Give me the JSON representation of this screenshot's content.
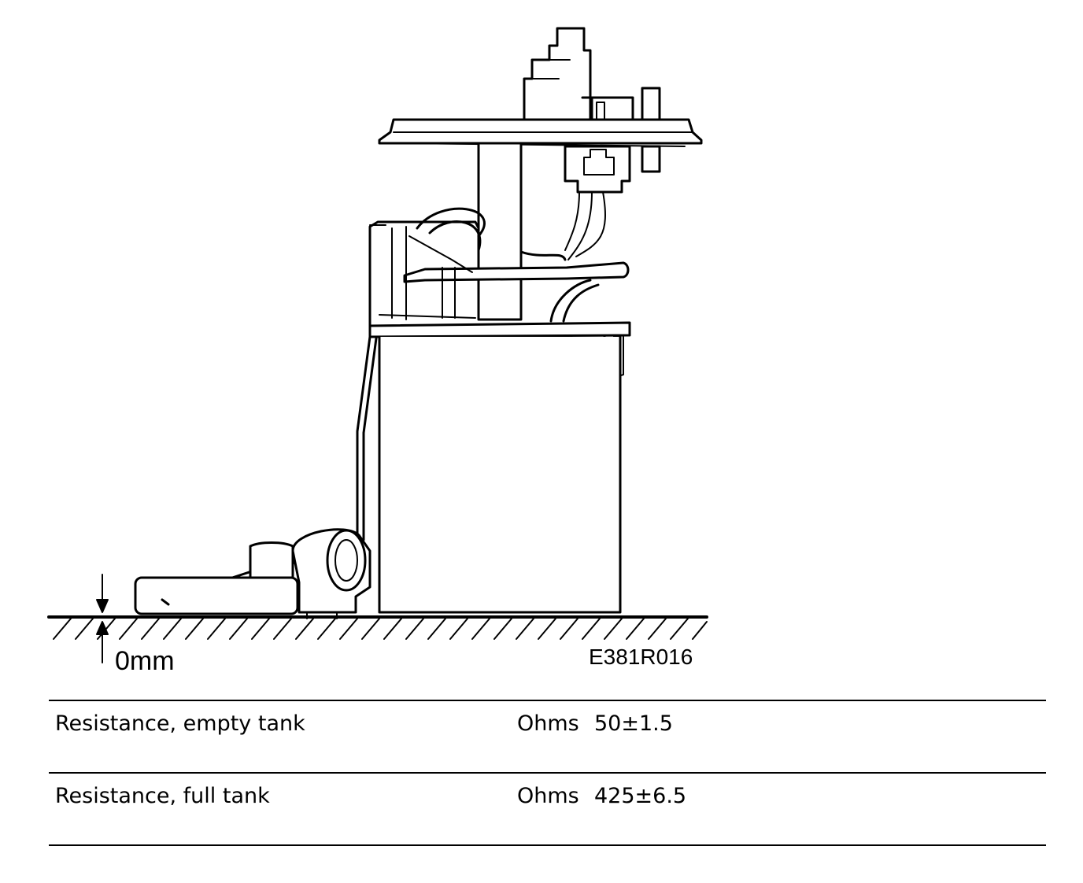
{
  "figure": {
    "reference_code": "E381R016",
    "dimension_label": "0mm"
  },
  "specs": [
    {
      "label": "Resistance, empty tank",
      "unit": "Ohms",
      "value": "50±1.5"
    },
    {
      "label": "Resistance, full tank",
      "unit": "Ohms",
      "value": "425±6.5"
    }
  ]
}
